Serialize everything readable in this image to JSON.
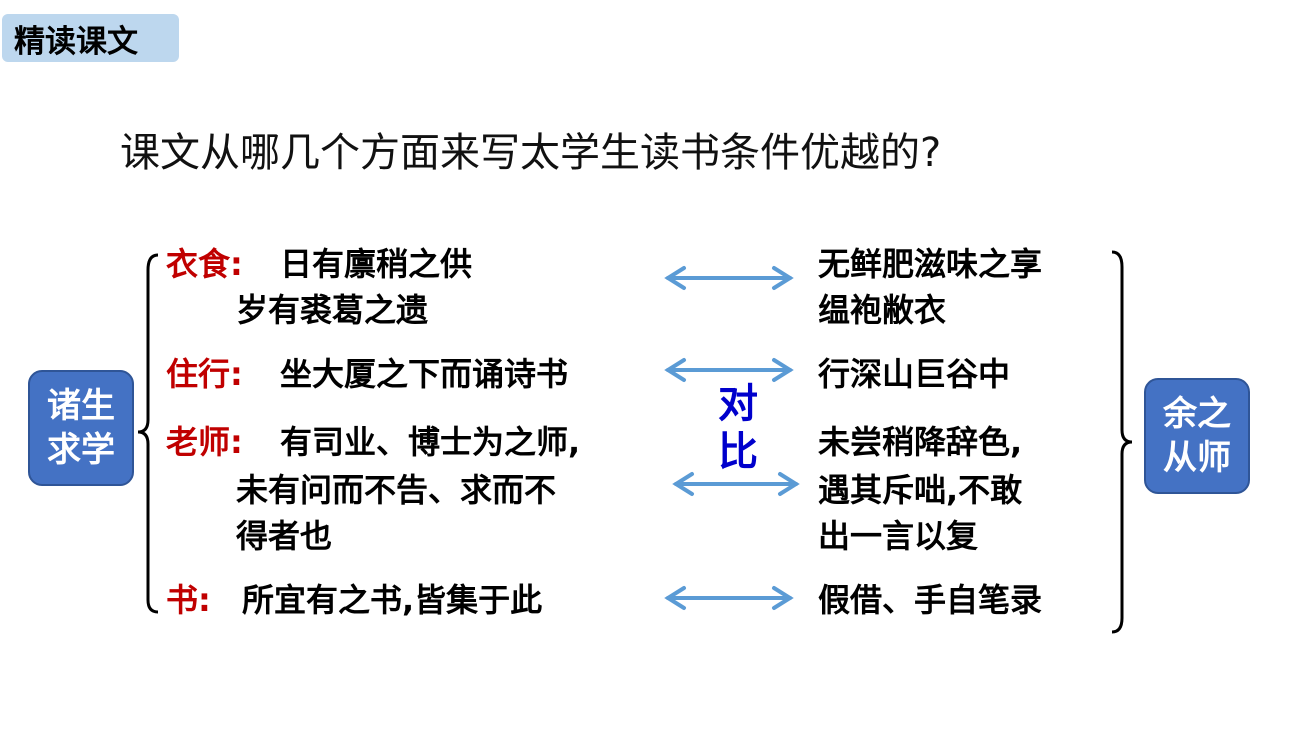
{
  "tag": "精读课文",
  "question": "课文从哪几个方面来写太学生读书条件优越的?",
  "left_box": {
    "line1": "诸生",
    "line2": "求学"
  },
  "right_box": {
    "line1": "余之",
    "line2": "从师"
  },
  "compare": {
    "c1": "对",
    "c2": "比"
  },
  "rows": [
    {
      "label": "衣食:",
      "left": [
        "日有廪稍之供",
        "岁有裘葛之遗"
      ],
      "right": [
        "无鲜肥滋味之享",
        "缊袍敝衣"
      ]
    },
    {
      "label": "住行:",
      "left": [
        "坐大厦之下而诵诗书"
      ],
      "right": [
        "行深山巨谷中"
      ]
    },
    {
      "label": "老师:",
      "left": [
        "有司业、博士为之师,",
        "未有问而不告、求而不",
        "得者也"
      ],
      "right": [
        "未尝稍降辞色,",
        "遇其斥咄,不敢",
        "出一言以复"
      ]
    },
    {
      "label": "书:",
      "left": [
        "所宜有之书,皆集于此"
      ],
      "right": [
        "假借、手自笔录"
      ]
    }
  ],
  "colors": {
    "label": "#c00000",
    "box": "#4472c4",
    "arrow": "#5b9bd5",
    "compare": "#0000cc"
  }
}
